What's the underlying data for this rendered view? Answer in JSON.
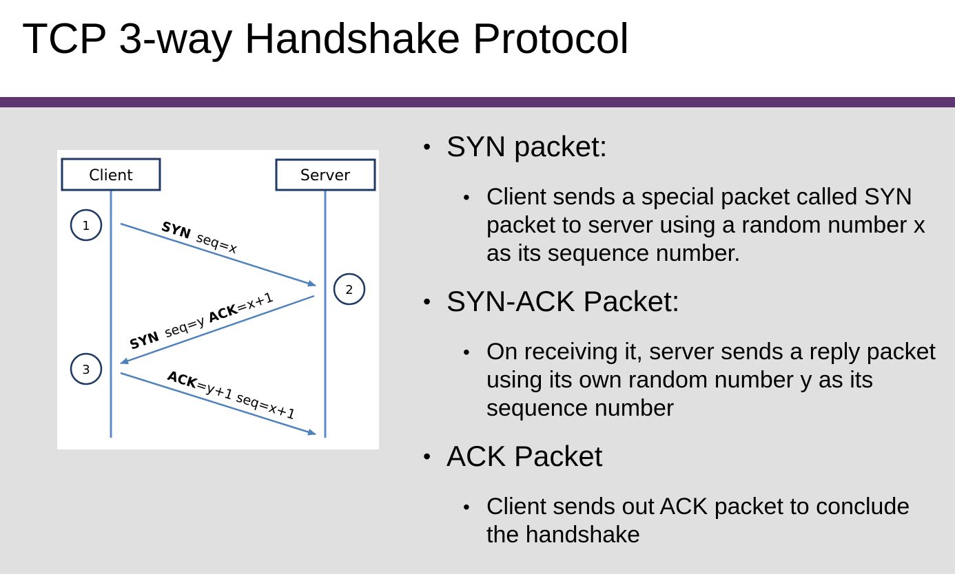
{
  "slide": {
    "title": "TCP 3-way Handshake Protocol"
  },
  "diagram": {
    "client_label": "Client",
    "server_label": "Server",
    "step1": "1",
    "step2": "2",
    "step3": "3",
    "msg1": {
      "flag": "SYN",
      "params": "seq=x"
    },
    "msg2": {
      "flag": "SYN",
      "params1": "seq=y ",
      "ack_flag": "ACK",
      "params2": "=x+1"
    },
    "msg3": {
      "ack_flag": "ACK",
      "params": "=y+1 seq=x+1"
    }
  },
  "bullets": [
    {
      "heading": "SYN packet:",
      "detail": "Client sends a special packet called SYN packet to server using a random number x as its sequence number."
    },
    {
      "heading": "SYN-ACK Packet:",
      "detail": "On receiving it, server sends a reply packet using its own random number y as its sequence number"
    },
    {
      "heading": "ACK Packet",
      "detail": "Client sends out ACK packet to conclude the handshake"
    }
  ],
  "colors": {
    "divider": "#5c3571",
    "content_bg": "#e0e0e0",
    "arrow": "#4f81bd",
    "box_border": "#1f3864",
    "timeline": "#5b8bc9"
  }
}
